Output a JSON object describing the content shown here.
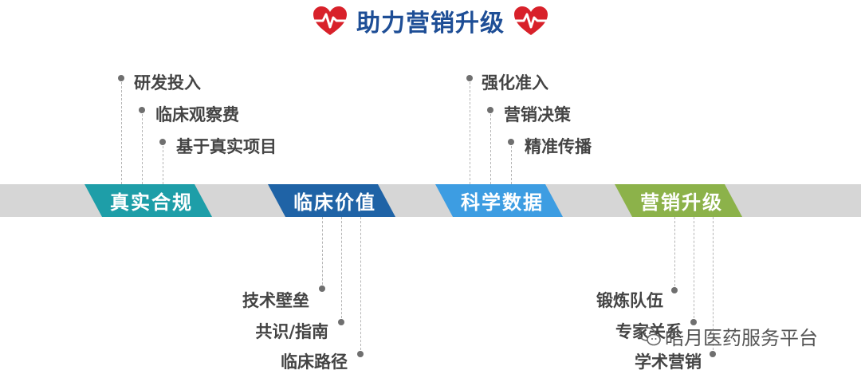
{
  "title": "助力营销升级",
  "colors": {
    "title": "#1e4e96",
    "heart": "#d8212a",
    "band": "#d6d6d6",
    "stage1": "#1e9ea8",
    "stage2": "#1f63a6",
    "stage3": "#3d9de2",
    "stage4": "#8cb24a"
  },
  "stages": [
    {
      "label": "真实合规",
      "items": [
        "研发投入",
        "临床观察费",
        "基于真实项目"
      ]
    },
    {
      "label": "临床价值",
      "items": [
        "技术壁垒",
        "共识/指南",
        "临床路径"
      ]
    },
    {
      "label": "科学数据",
      "items": [
        "强化准入",
        "营销决策",
        "精准传播"
      ]
    },
    {
      "label": "营销升级",
      "items": [
        "锻炼队伍",
        "专家关系",
        "学术营销"
      ]
    }
  ],
  "watermark": "皓月医药服务平台",
  "icons": [
    "heart-pulse-icon",
    "wechat-icon"
  ]
}
